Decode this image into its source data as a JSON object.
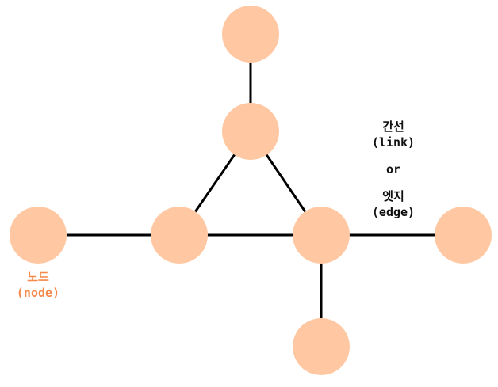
{
  "colors": {
    "node_fill": "#FFC8A2",
    "edge": "#000000",
    "node_label": "#F4894B",
    "text": "#111111"
  },
  "nodes": [
    {
      "id": "top"
    },
    {
      "id": "upper-center"
    },
    {
      "id": "left"
    },
    {
      "id": "center-left"
    },
    {
      "id": "center-right"
    },
    {
      "id": "right"
    },
    {
      "id": "bottom"
    }
  ],
  "edges": [
    [
      "top",
      "upper-center"
    ],
    [
      "upper-center",
      "center-left"
    ],
    [
      "upper-center",
      "center-right"
    ],
    [
      "left",
      "center-left"
    ],
    [
      "center-left",
      "center-right"
    ],
    [
      "center-right",
      "right"
    ],
    [
      "center-right",
      "bottom"
    ]
  ],
  "labels": {
    "node": {
      "korean": "노드",
      "english": "(node)"
    },
    "edge": {
      "korean1": "간선",
      "english1": "(link)",
      "or": "or",
      "korean2": "엣지",
      "english2": "(edge)"
    }
  }
}
